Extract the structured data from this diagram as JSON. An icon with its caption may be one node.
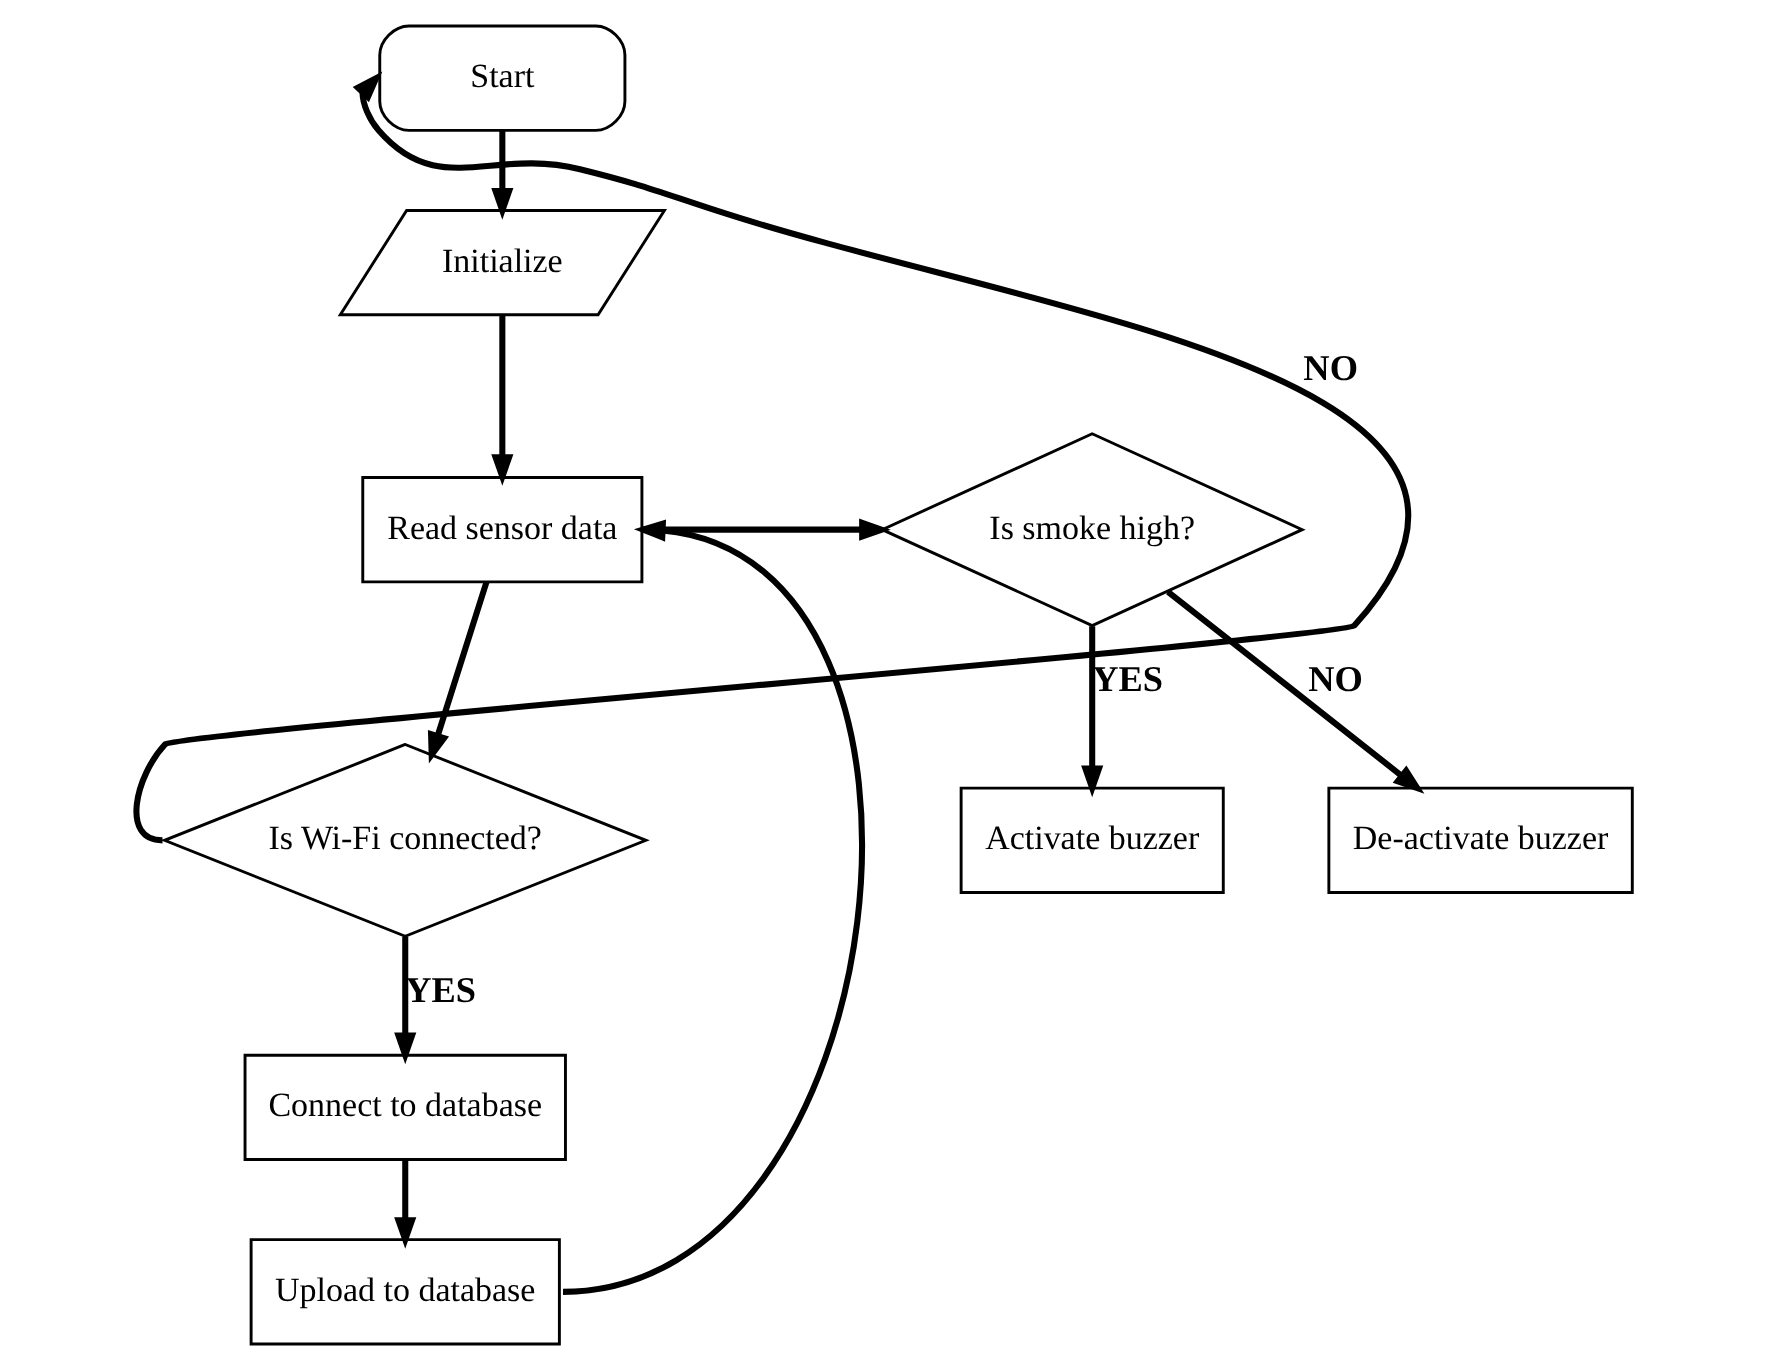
{
  "diagram": {
    "nodes": [
      {
        "text": [
          "Start"
        ]
      },
      {
        "text": [
          "Initialize"
        ]
      },
      {
        "text": [
          "Read sensor data"
        ]
      },
      {
        "text": [
          "Is Wi-Fi connected?"
        ]
      },
      {
        "text": [
          "Connect to database"
        ]
      },
      {
        "text": [
          "Upload to database"
        ]
      },
      {
        "text": [
          "Is smoke high?"
        ]
      },
      {
        "text": [
          "Activate buzzer"
        ]
      },
      {
        "text": [
          "De-activate buzzer"
        ]
      }
    ],
    "edges": [
      {
        "from": 0,
        "to": 1,
        "arrow": "to"
      },
      {
        "from": 1,
        "to": 2,
        "arrow": "to"
      },
      {
        "from": 2,
        "to": 3,
        "arrow": "to"
      },
      {
        "from": 3,
        "to": 0,
        "arrow": "to",
        "label": "NO"
      },
      {
        "from": 3,
        "to": 4,
        "arrow": "to",
        "label": "YES"
      },
      {
        "from": 4,
        "to": 5,
        "arrow": "to"
      },
      {
        "from": 5,
        "to": 2,
        "arrow": "to"
      },
      {
        "from": 2,
        "to": 6,
        "arrow": "to"
      },
      {
        "from": 6,
        "to": 7,
        "arrow": "to",
        "label": "YES"
      },
      {
        "from": 6,
        "to": 8,
        "arrow": "to",
        "label": "NO"
      }
    ]
  }
}
